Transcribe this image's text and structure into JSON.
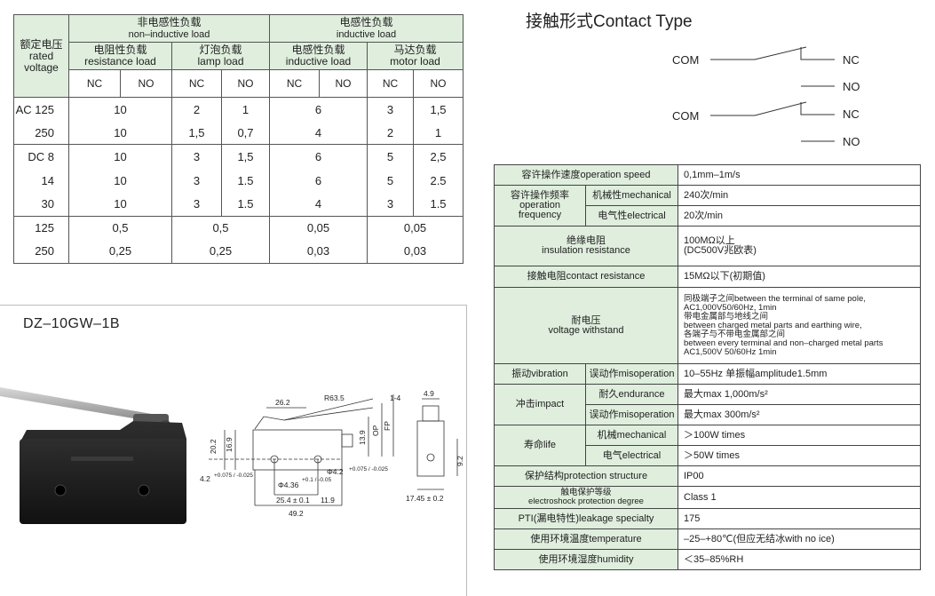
{
  "rating_table": {
    "rated_voltage_cn": "额定电压",
    "rated_voltage_en_1": "rated",
    "rated_voltage_en_2": "voltage",
    "non_inductive_cn": "非电感性负载",
    "non_inductive_en": "non–inductive load",
    "inductive_cn": "电感性负载",
    "inductive_en": "inductive load",
    "resistance_cn": "电阻性负载",
    "resistance_en": "resistance load",
    "lamp_cn": "灯泡负载",
    "lamp_en": "lamp load",
    "inductive_sub_cn": "电感性负载",
    "inductive_sub_en": "inductive load",
    "motor_cn": "马达负载",
    "motor_en": "motor load",
    "nc": "NC",
    "no": "NO",
    "rows": [
      {
        "v": "AC 125",
        "res": "10",
        "lamp_nc": "2",
        "lamp_no": "1",
        "ind": "6",
        "mot_nc": "3",
        "mot_no": "1,5"
      },
      {
        "v": "250",
        "res": "10",
        "lamp_nc": "1,5",
        "lamp_no": "0,7",
        "ind": "4",
        "mot_nc": "2",
        "mot_no": "1"
      },
      {
        "v": "DC 8",
        "res": "10",
        "lamp_nc": "3",
        "lamp_no": "1,5",
        "ind": "6",
        "mot_nc": "5",
        "mot_no": "2,5"
      },
      {
        "v": "14",
        "res": "10",
        "lamp_nc": "3",
        "lamp_no": "1.5",
        "ind": "6",
        "mot_nc": "5",
        "mot_no": "2.5"
      },
      {
        "v": "30",
        "res": "10",
        "lamp_nc": "3",
        "lamp_no": "1.5",
        "ind": "4",
        "mot_nc": "3",
        "mot_no": "1.5"
      },
      {
        "v": "125",
        "res": "0,5",
        "lamp": "0,5",
        "ind": "0,05",
        "mot": "0,05"
      },
      {
        "v": "250",
        "res": "0,25",
        "lamp": "0,25",
        "ind": "0,03",
        "mot": "0,03"
      }
    ]
  },
  "model": "DZ–10GW–1B",
  "dims": {
    "d1": "26.2",
    "d2": "R63.5",
    "d3": "20.2",
    "d4": "16.9",
    "d5": "13.9",
    "d6": "4.2",
    "d6_tol": "+0.075 / -0.025",
    "d7": "Φ4.36",
    "d7_tol": "+0.1 / -0.05",
    "d8": "Φ4.2",
    "d8_tol": "+0.075 / -0.025",
    "d9": "25.4 ± 0.1",
    "d10": "11.9",
    "d11": "49.2",
    "d12": "4.9",
    "d13": "9.2",
    "d14": "17.45 ± 0.2",
    "op": "OP",
    "fp": "FP",
    "mark": "1-4"
  },
  "contact": {
    "title": "接触形式Contact Type",
    "com": "COM",
    "nc": "NC",
    "no": "NO"
  },
  "spec": {
    "speed_label": "容许操作速度operation speed",
    "speed_val": "0,1mm–1m/s",
    "freq_label_cn": "容许操作频率",
    "freq_label_en": "operation frequency",
    "mech_label": "机械性mechanical",
    "mech_val": "240次/min",
    "elec_label": "电气性electrical",
    "elec_val": "20次/min",
    "ins_label_cn": "绝缘电阻",
    "ins_label_en": "insulation resistance",
    "ins_val_1": "100MΩ以上",
    "ins_val_2": "(DC500V兆欧表)",
    "cr_label": "接触电阻contact resistance",
    "cr_val": "15MΩ以下(初期值)",
    "vw_label_cn": "耐电压",
    "vw_label_en": "voltage withstand",
    "vw_lines": [
      "同极端子之间between the terminal of same pole,",
      "AC1,000V50/60Hz, 1min",
      "带电金属部与地线之间",
      "between charged metal parts and earthing wire,",
      "各端子与不带电金属部之间",
      "between every terminal and non–charged metal parts",
      "AC1,500V 50/60Hz 1min"
    ],
    "vib_label": "振动vibration",
    "vib_sub": "误动作misoperation",
    "vib_val": "10–55Hz  单振幅amplitude1.5mm",
    "shock_label": "冲击impact",
    "shock_end": "耐久endurance",
    "shock_end_val": "最大max 1,000m/s²",
    "shock_mis": "误动作misoperation",
    "shock_mis_val": "最大max 300m/s²",
    "life_label": "寿命life",
    "life_mech": "机械mechanical",
    "life_mech_val": "＞100W times",
    "life_elec": "电气electrical",
    "life_elec_val": "＞50W times",
    "prot_label": "保护结构protection structure",
    "prot_val": "IP00",
    "esd_label_cn": "触电保护等级",
    "esd_label_en": "electroshock protection degree",
    "esd_val": "Class 1",
    "pti_label": "PTI(漏电特性)leakage specialty",
    "pti_val": "175",
    "temp_label": "使用环境温度temperature",
    "temp_val": "–25–+80℃(但应无结冰with no ice)",
    "hum_label": "使用环境湿度humidity",
    "hum_val": "＜35–85%RH"
  }
}
